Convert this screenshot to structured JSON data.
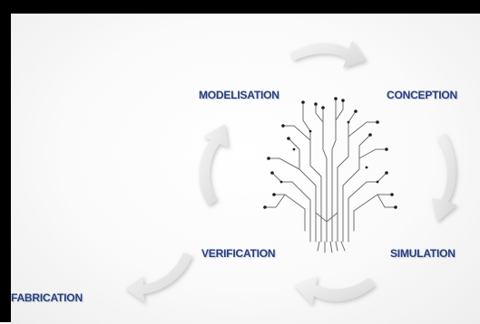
{
  "labels": {
    "modelisation": "MODELISATION",
    "conception": "CONCEPTION",
    "simulation": "SIMULATION",
    "verification": "VERIFICATION",
    "fabrication": "FABRICATION"
  },
  "colors": {
    "label": "#27407e",
    "arrow": "#e2e2e2",
    "circuit": "#6f6f6f",
    "frame": "#000000"
  },
  "icons": {
    "center": "circuit-tree-icon",
    "arrows": "curved-arrow-icon"
  }
}
